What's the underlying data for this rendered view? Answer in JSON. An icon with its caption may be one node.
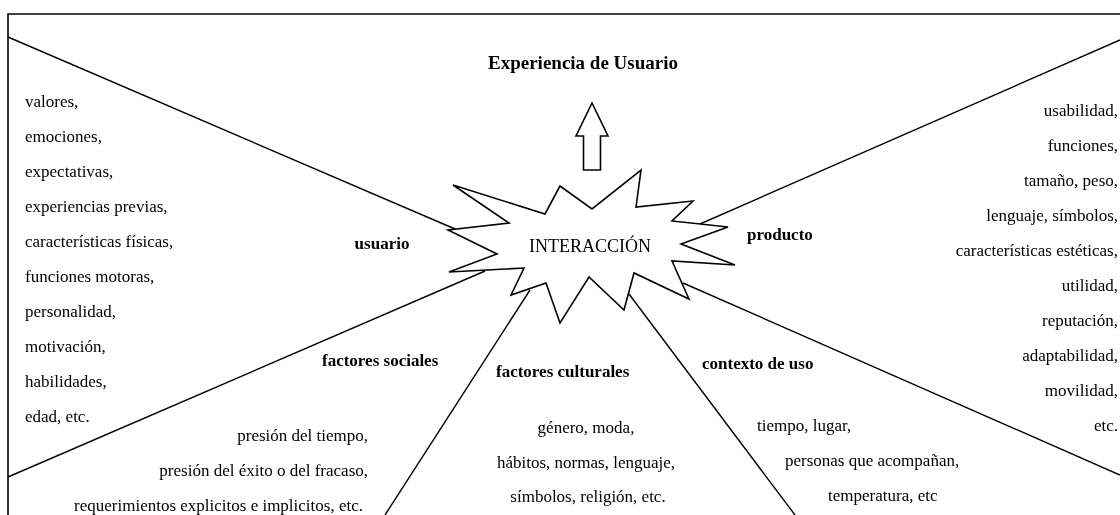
{
  "diagram": {
    "nodes": [
      {
        "text": [
          "Experiencia de Usuario"
        ]
      },
      {
        "text": [
          "INTERACCIÓN"
        ]
      }
    ],
    "edges": [
      {
        "from": 1,
        "to": 0,
        "arrow": "to"
      }
    ],
    "labels": [
      "valores,",
      "emociones,",
      "expectativas,",
      "experiencias previas,",
      "características físicas,",
      "funciones motoras,",
      "personalidad,",
      "motivación,",
      "habilidades,",
      "edad, etc.",
      "usuario",
      "producto",
      "usabilidad,",
      "funciones,",
      "tamaño, peso,",
      "lenguaje, símbolos,",
      "características estéticas,",
      "utilidad,",
      "reputación,",
      "adaptabilidad,",
      "movilidad,",
      "etc.",
      "factores sociales",
      "presión del tiempo,",
      "presión del éxito o del fracaso,",
      "requerimientos explicitos e implicitos, etc.",
      "factores culturales",
      "género, moda,",
      "hábitos, normas, lenguaje,",
      "símbolos, religión, etc.",
      "contexto de uso",
      "tiempo, lugar,",
      "personas que acompañan,",
      "temperatura, etc"
    ]
  }
}
